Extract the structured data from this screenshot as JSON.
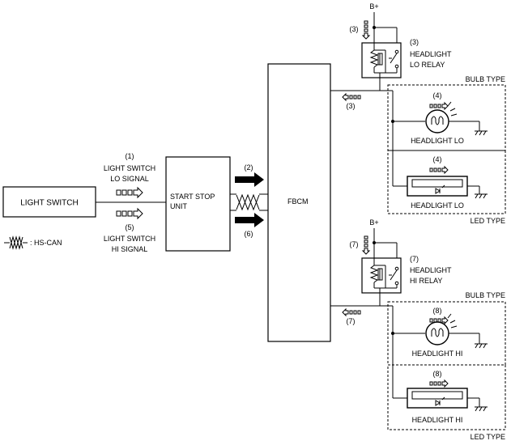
{
  "components": {
    "light_switch": "LIGHT SWITCH",
    "start_stop_unit_l1": "START STOP",
    "start_stop_unit_l2": "UNIT",
    "fbcm": "FBCM"
  },
  "signals": {
    "lo_num": "(1)",
    "lo_l1": "LIGHT SWITCH",
    "lo_l2": "LO SIGNAL",
    "hi_num": "(5)",
    "hi_l1": "LIGHT SWITCH",
    "hi_l2": "HI SIGNAL",
    "can_top": "(2)",
    "can_bottom": "(6)"
  },
  "legend": {
    "hs_can": ": HS-CAN"
  },
  "power": {
    "top": "B+",
    "bottom": "B+"
  },
  "lo_relay": {
    "num_left": "(3)",
    "num_right": "(3)",
    "l1": "HEADLIGHT",
    "l2": "LO RELAY",
    "out_num": "(3)"
  },
  "hi_relay": {
    "num_left": "(7)",
    "num_right": "(7)",
    "l1": "HEADLIGHT",
    "l2": "HI RELAY",
    "out_num": "(7)"
  },
  "types": {
    "bulb_top": "BULB TYPE",
    "led_top": "LED TYPE",
    "bulb_bottom": "BULB TYPE",
    "led_bottom": "LED TYPE"
  },
  "lamps": {
    "lo_bulb_num": "(4)",
    "lo_bulb_label": "HEADLIGHT LO",
    "lo_led_num": "(4)",
    "lo_led_label": "HEADLIGHT LO",
    "hi_bulb_num": "(8)",
    "hi_bulb_label": "HEADLIGHT HI",
    "hi_led_num": "(8)",
    "hi_led_label": "HEADLIGHT HI"
  }
}
